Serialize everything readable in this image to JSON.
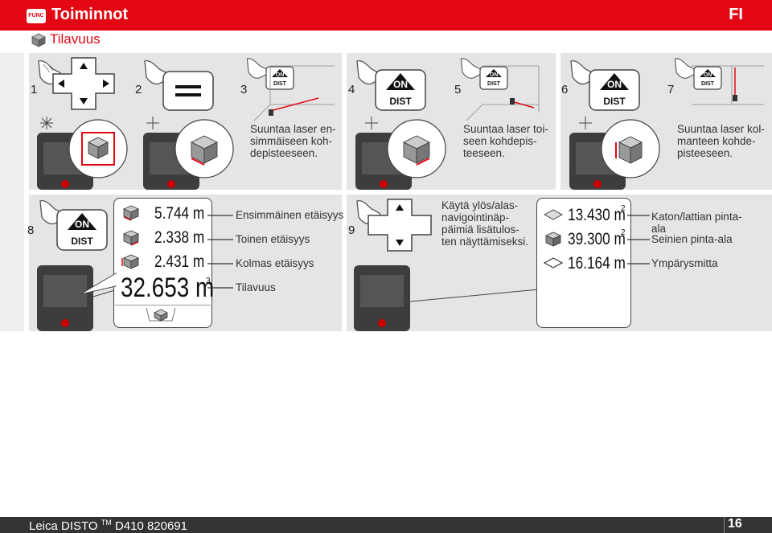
{
  "header": {
    "func_label": "FUNC",
    "title": "Toiminnot",
    "lang": "FI"
  },
  "subtitle": "Tilavuus",
  "steps": {
    "s1": "1",
    "s2": "2",
    "s3": "3",
    "s4": "4",
    "s5": "5",
    "s6": "6",
    "s7": "7",
    "s8": "8",
    "s9": "9"
  },
  "button": {
    "on": "ON",
    "dist": "DIST"
  },
  "texts": {
    "t3": [
      "Suuntaa laser en-",
      "simmäiseen koh-",
      "depisteeseen."
    ],
    "t5": [
      "Suuntaa laser toi-",
      "seen kohdepis-",
      "teeseen."
    ],
    "t7": [
      "Suuntaa laser kol-",
      "manteen kohde-",
      "pisteeseen."
    ],
    "t9": [
      "Käytä ylös/alas-",
      "navigointinäp-",
      "päimiä lisätulos-",
      "ten näyttämiseksi."
    ]
  },
  "display8": {
    "v1": "5.744 m",
    "v2": "2.338 m",
    "v3": "2.431 m",
    "total": "32.653 m",
    "total_sup": "3"
  },
  "labels8": {
    "l1": "Ensimmäinen etäisyys",
    "l2": "Toinen etäisyys",
    "l3": "Kolmas etäisyys",
    "l4": "Tilavuus"
  },
  "display9": {
    "v1": "13.430 m",
    "v1_sup": "2",
    "v2": "39.300 m",
    "v2_sup": "2",
    "v3": "16.164 m"
  },
  "labels9": {
    "l1": [
      "Katon/lattian pinta-",
      "ala"
    ],
    "l2": "Seinien pinta-ala",
    "l3": "Ympärysmitta"
  },
  "footer": {
    "model": "Leica DISTO",
    "tm": "TM",
    "code": "D410 820691",
    "page": "16"
  },
  "colors": {
    "accent": "#e30613",
    "panel": "#e5e5e5",
    "device": "#3d3d3d"
  }
}
